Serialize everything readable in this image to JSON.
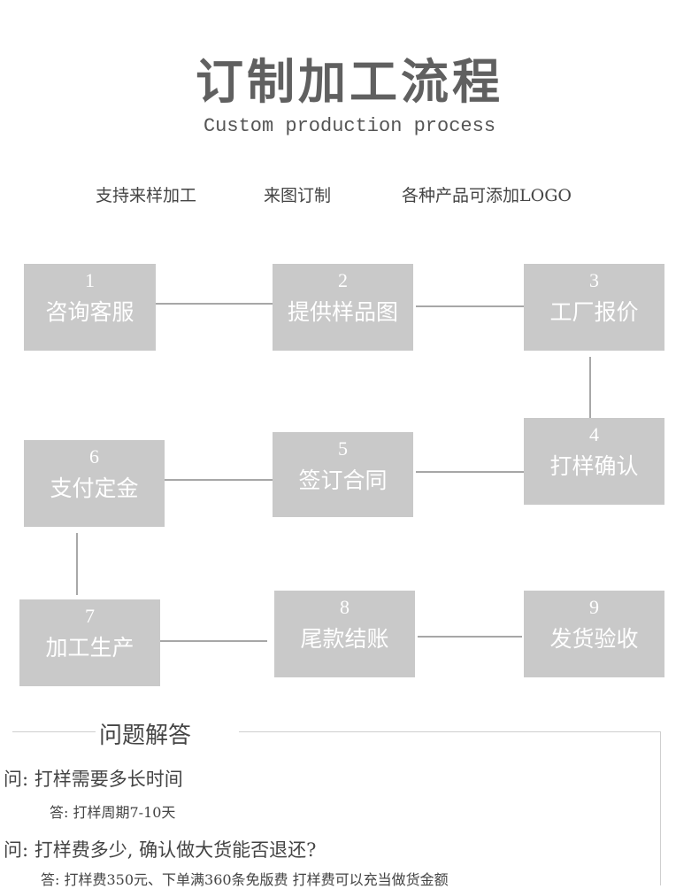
{
  "title": "订制加工流程",
  "subtitle": "Custom production process",
  "features": [
    "支持来样加工",
    "来图订制",
    "各种产品可添加LOGO"
  ],
  "steps": [
    {
      "num": "1",
      "label": "咨询客服"
    },
    {
      "num": "2",
      "label": "提供样品图"
    },
    {
      "num": "3",
      "label": "工厂报价"
    },
    {
      "num": "4",
      "label": "打样确认"
    },
    {
      "num": "5",
      "label": "签订合同"
    },
    {
      "num": "6",
      "label": "支付定金"
    },
    {
      "num": "7",
      "label": "加工生产"
    },
    {
      "num": "8",
      "label": "尾款结账"
    },
    {
      "num": "9",
      "label": "发货验收"
    }
  ],
  "faq": {
    "header": "问题解答",
    "items": [
      {
        "question": "问: 打样需要多长时间",
        "answer": "答: 打样周期7-10天"
      },
      {
        "question": "问: 打样费多少, 确认做大货能否退还?",
        "answer": "答: 打样费350元、下单满360条免版费 打样费可以充当做货金额"
      }
    ]
  },
  "colors": {
    "box": "#c9c9c9",
    "line": "#8a8a8a",
    "title": "#606060"
  }
}
